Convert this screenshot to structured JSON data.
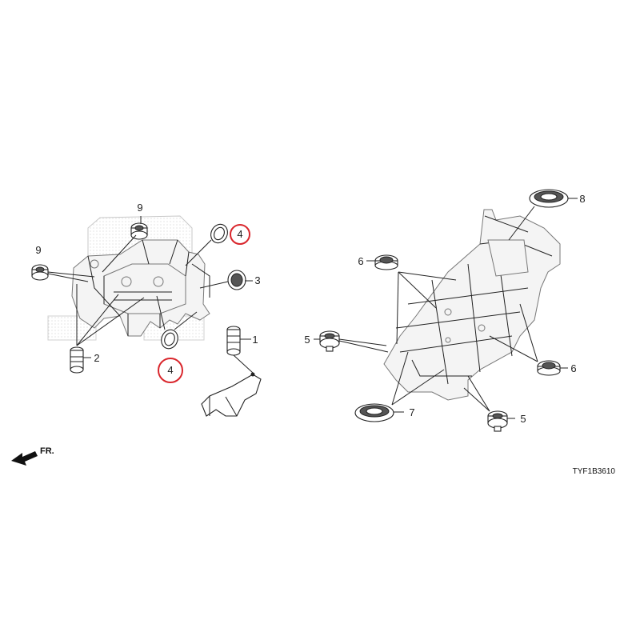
{
  "diagram": {
    "reference_code": "TYF1B3610",
    "front_indicator": "FR.",
    "callouts": {
      "p1": "1",
      "p2": "2",
      "p3": "3",
      "p4_upper": "4",
      "p4_lower": "4",
      "p5_left": "5",
      "p5_right": "5",
      "p6_left": "6",
      "p6_right": "6",
      "p7": "7",
      "p8": "8",
      "p9_top": "9",
      "p9_left": "9"
    },
    "highlight_color": "#d9262c",
    "highlighted_part": "4"
  }
}
